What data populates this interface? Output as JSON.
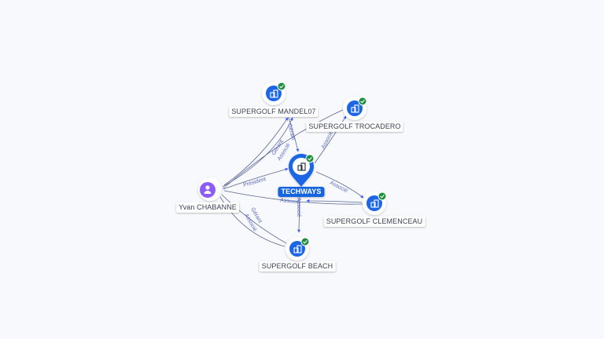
{
  "colors": {
    "company": "#1a66e6",
    "person": "#8b5cf6",
    "check": "#1e8e3e",
    "edge": "#5a6690",
    "label_main": "#1565e0"
  },
  "nodes": {
    "techways": {
      "label": "TECHWAYS",
      "icon": "company-icon"
    },
    "mandel": {
      "label": "SUPERGOLF MANDEL07",
      "icon": "company-icon"
    },
    "trocadero": {
      "label": "SUPERGOLF TROCADERO",
      "icon": "company-icon"
    },
    "clemenceau": {
      "label": "SUPERGOLF CLEMENCEAU",
      "icon": "company-icon"
    },
    "beach": {
      "label": "SUPERGOLF BEACH",
      "icon": "company-icon"
    },
    "yvan": {
      "label": "Yvan CHABANNE",
      "icon": "person-icon"
    }
  },
  "edges": {
    "yvan_techways": "Président",
    "yvan_mandel_1": "Gérant",
    "yvan_mandel_2": "Associé",
    "mandel_techways": "Gérant",
    "techways_trocadero": "Associé",
    "techways_clemenceau": "Associé",
    "clemenceau_techways": "Associé",
    "techways_beach": "Associé",
    "yvan_beach_1": "Gérant",
    "yvan_beach_2": "Associé"
  }
}
